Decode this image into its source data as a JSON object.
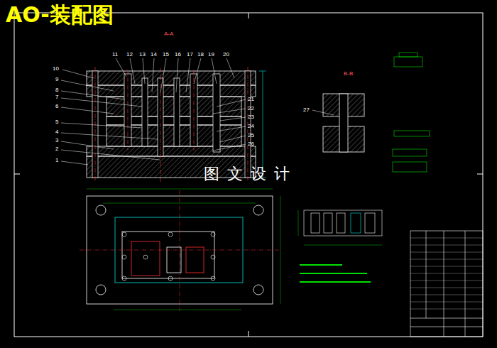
{
  "diagram": {
    "title": "AO-装配图",
    "labels": [
      "A-A",
      "11",
      "12",
      "13",
      "14",
      "15",
      "16",
      "17",
      "18",
      "19",
      "20",
      "10",
      "9",
      "8",
      "7",
      "6",
      "5",
      "4",
      "3",
      "2",
      "1",
      "21",
      "22",
      "23",
      "24",
      "25",
      "26",
      "B-B",
      "27",
      "图 文 设 计"
    ]
  }
}
